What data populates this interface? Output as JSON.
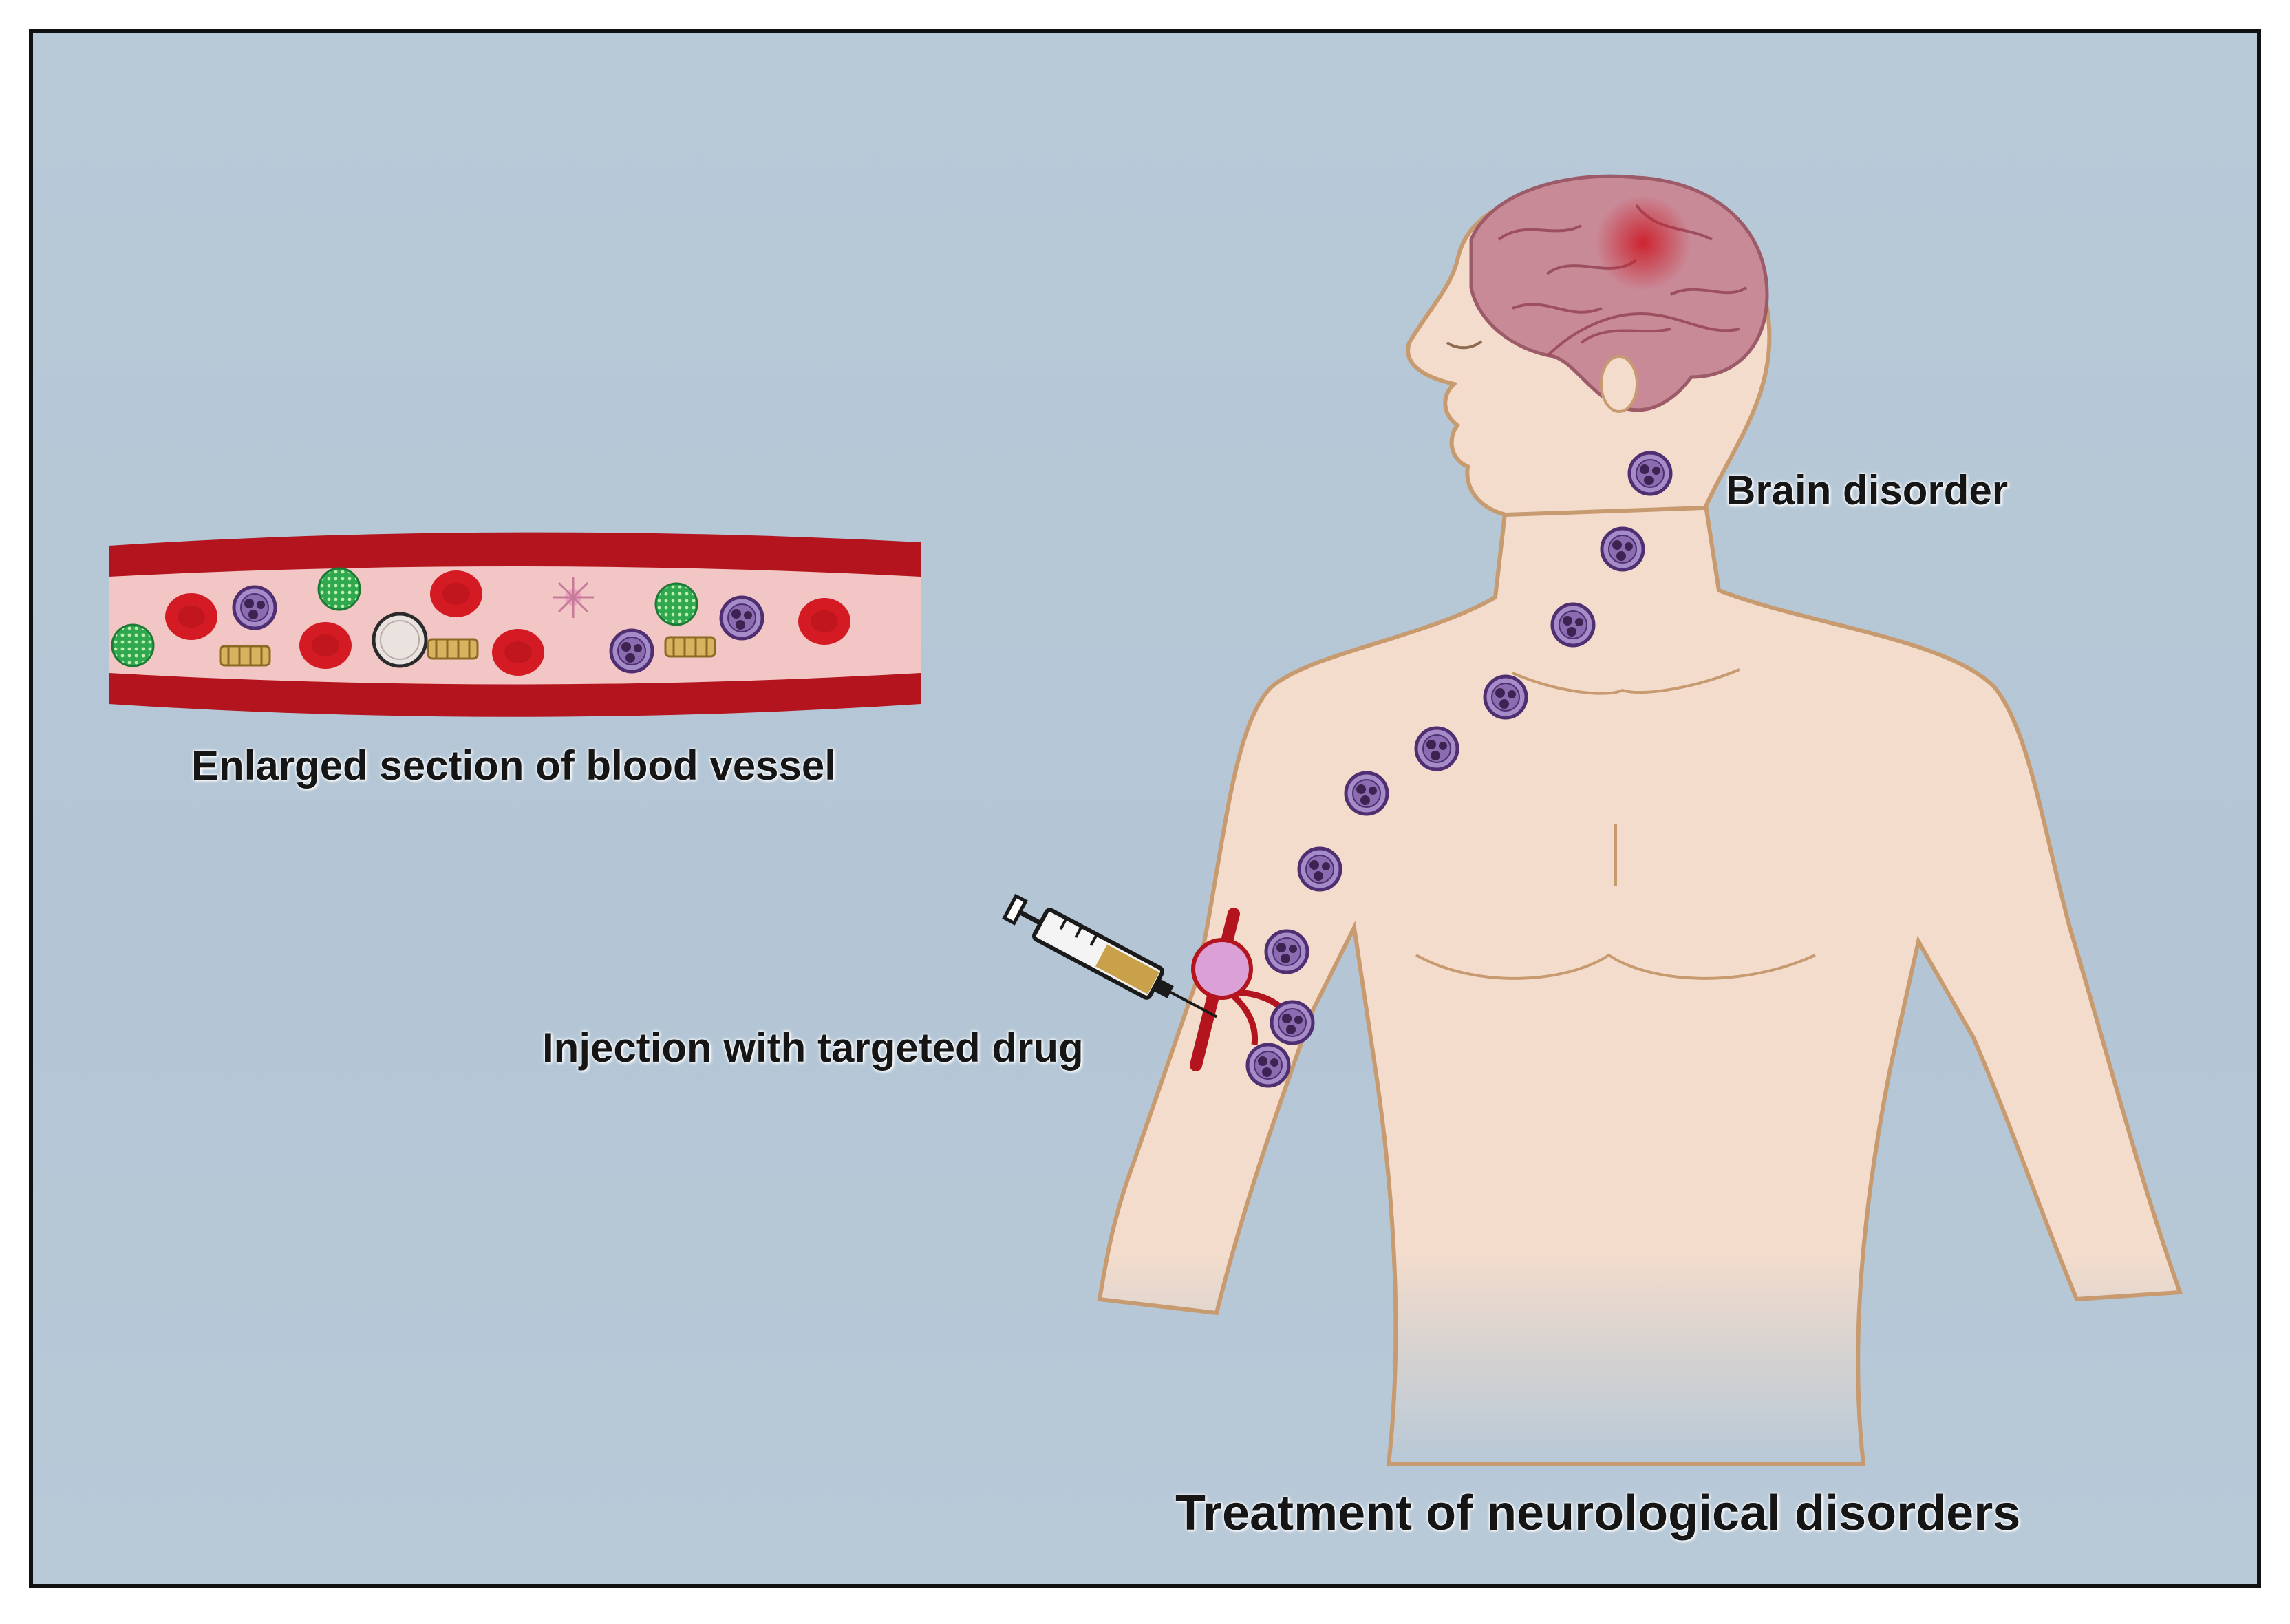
{
  "labels": {
    "vessel": "Enlarged section of blood vessel",
    "brain": "Brain disorder",
    "injection": "Injection with targeted drug",
    "treatment": "Treatment of neurological disorders"
  },
  "colors": {
    "background": "#b6c7d6",
    "skin": "#f3dccb",
    "skin_outline": "#c79a70",
    "brain": "#c98a98",
    "brain_hotspot": "#cc1f2a",
    "vessel_wall": "#b3141d",
    "vessel_lumen": "#f2c6c4",
    "red_cell": "#d41b24",
    "green_particle": "#2fa84f",
    "drug_cell": "#8c6cb1",
    "gold_particle": "#c9a14a"
  },
  "icons": [
    "syringe-icon",
    "red-blood-cell-icon",
    "drug-carrier-cell-icon",
    "green-nanoparticle-icon",
    "gold-rod-particle-icon"
  ]
}
